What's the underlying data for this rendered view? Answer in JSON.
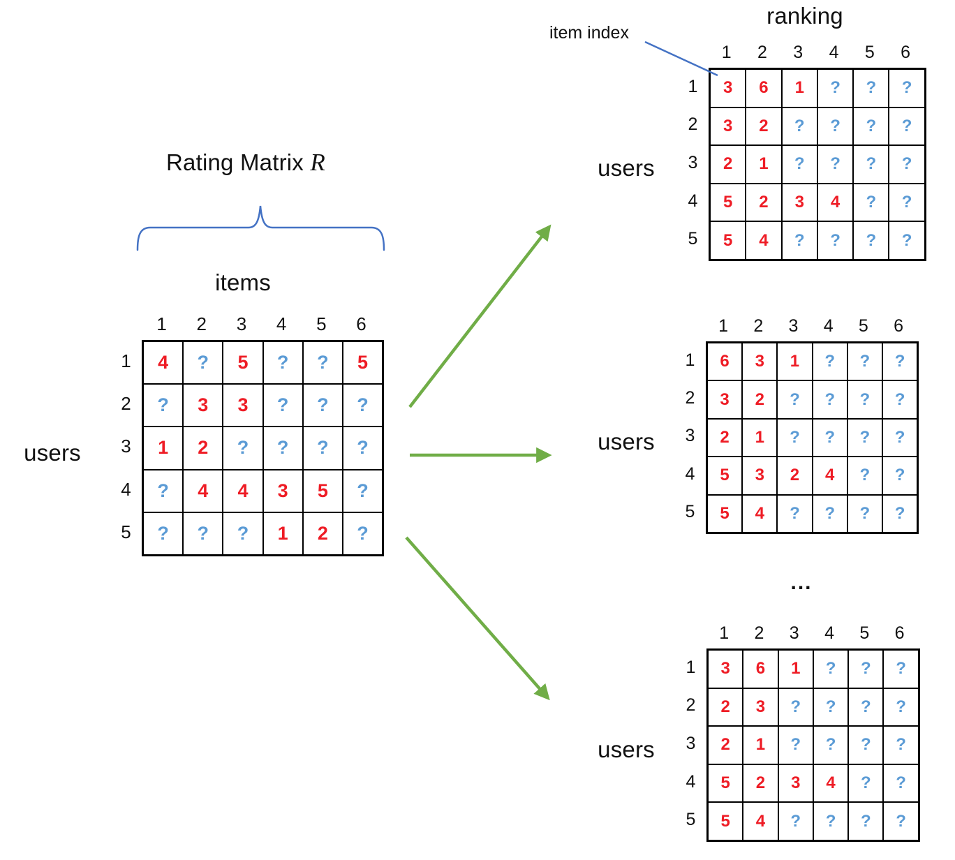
{
  "colors": {
    "known": "#ee1c25",
    "unknown": "#5b9bd5",
    "arrow": "#70ad47",
    "brace": "#4472c4",
    "text": "#111111"
  },
  "left": {
    "title_text": "Rating Matrix ",
    "title_var": "R",
    "items_label": "items",
    "users_label": "users"
  },
  "right": {
    "ranking_label": "ranking",
    "item_index_label": "item index",
    "users_label": "users",
    "ellipsis": "..."
  },
  "matrices": {
    "rating": {
      "col_headers": [
        "1",
        "2",
        "3",
        "4",
        "5",
        "6"
      ],
      "row_headers": [
        "1",
        "2",
        "3",
        "4",
        "5"
      ],
      "cells": [
        [
          "4",
          "?",
          "5",
          "?",
          "?",
          "5"
        ],
        [
          "?",
          "3",
          "3",
          "?",
          "?",
          "?"
        ],
        [
          "1",
          "2",
          "?",
          "?",
          "?",
          "?"
        ],
        [
          "?",
          "4",
          "4",
          "3",
          "5",
          "?"
        ],
        [
          "?",
          "?",
          "?",
          "1",
          "2",
          "?"
        ]
      ]
    },
    "ranking_top": {
      "col_headers": [
        "1",
        "2",
        "3",
        "4",
        "5",
        "6"
      ],
      "row_headers": [
        "1",
        "2",
        "3",
        "4",
        "5"
      ],
      "cells": [
        [
          "3",
          "6",
          "1",
          "?",
          "?",
          "?"
        ],
        [
          "3",
          "2",
          "?",
          "?",
          "?",
          "?"
        ],
        [
          "2",
          "1",
          "?",
          "?",
          "?",
          "?"
        ],
        [
          "5",
          "2",
          "3",
          "4",
          "?",
          "?"
        ],
        [
          "5",
          "4",
          "?",
          "?",
          "?",
          "?"
        ]
      ]
    },
    "ranking_mid": {
      "col_headers": [
        "1",
        "2",
        "3",
        "4",
        "5",
        "6"
      ],
      "row_headers": [
        "1",
        "2",
        "3",
        "4",
        "5"
      ],
      "cells": [
        [
          "6",
          "3",
          "1",
          "?",
          "?",
          "?"
        ],
        [
          "3",
          "2",
          "?",
          "?",
          "?",
          "?"
        ],
        [
          "2",
          "1",
          "?",
          "?",
          "?",
          "?"
        ],
        [
          "5",
          "3",
          "2",
          "4",
          "?",
          "?"
        ],
        [
          "5",
          "4",
          "?",
          "?",
          "?",
          "?"
        ]
      ]
    },
    "ranking_bottom": {
      "col_headers": [
        "1",
        "2",
        "3",
        "4",
        "5",
        "6"
      ],
      "row_headers": [
        "1",
        "2",
        "3",
        "4",
        "5"
      ],
      "cells": [
        [
          "3",
          "6",
          "1",
          "?",
          "?",
          "?"
        ],
        [
          "2",
          "3",
          "?",
          "?",
          "?",
          "?"
        ],
        [
          "2",
          "1",
          "?",
          "?",
          "?",
          "?"
        ],
        [
          "5",
          "2",
          "3",
          "4",
          "?",
          "?"
        ],
        [
          "5",
          "4",
          "?",
          "?",
          "?",
          "?"
        ]
      ]
    }
  }
}
